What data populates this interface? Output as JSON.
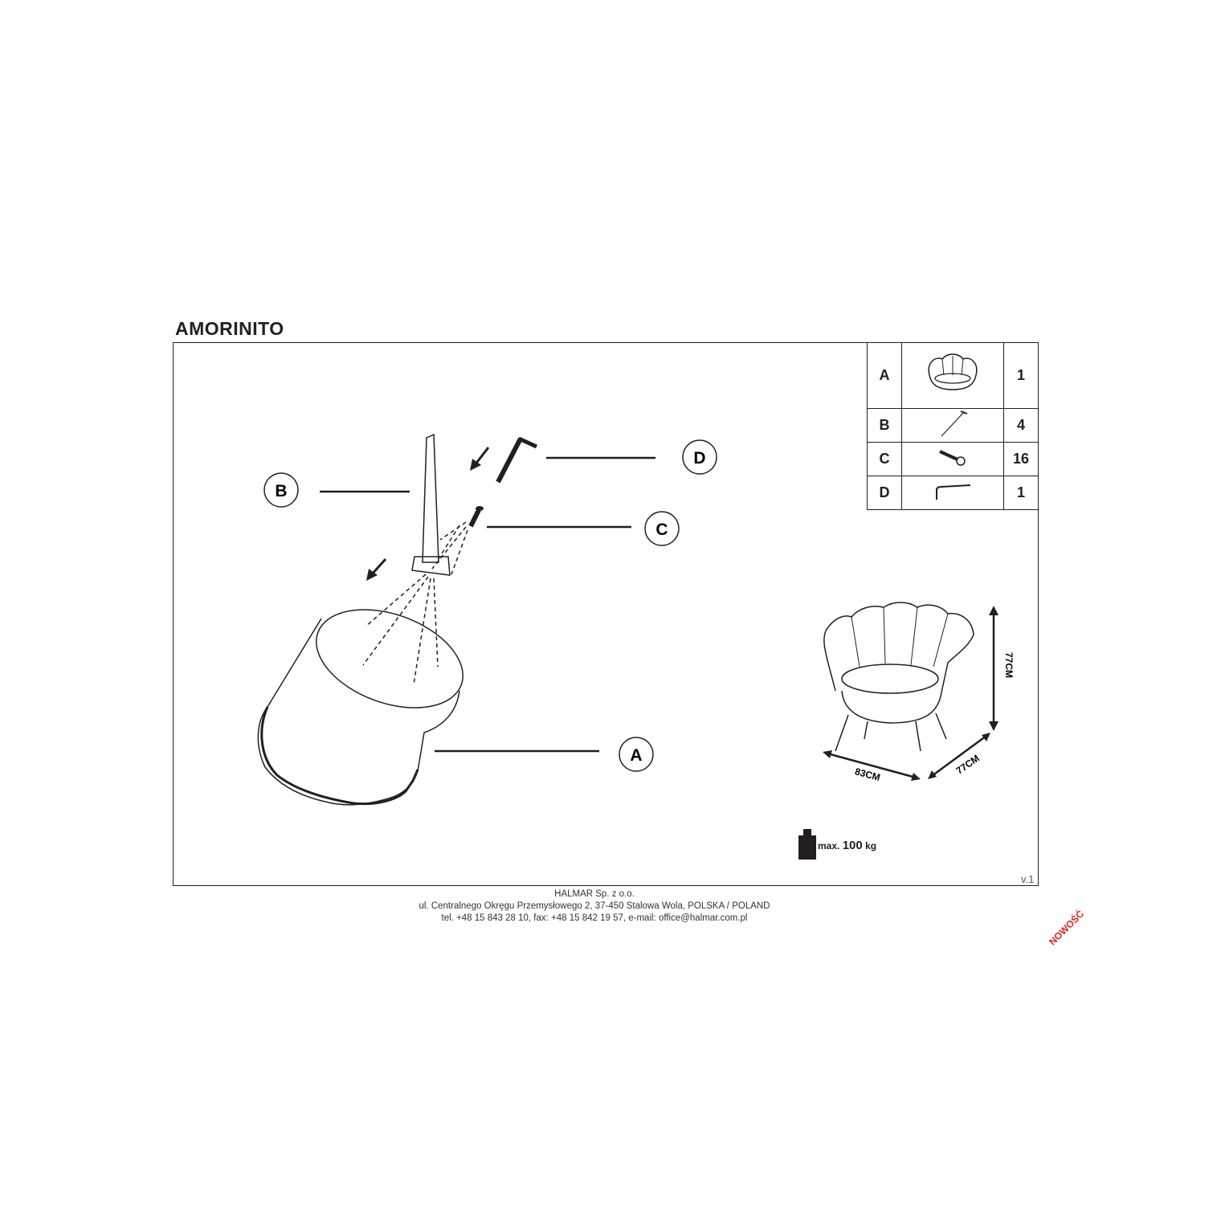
{
  "title": "AMORINITO",
  "version": "v.1",
  "parts": [
    {
      "letter": "A",
      "icon": "armchair-icon",
      "qty": "1"
    },
    {
      "letter": "B",
      "icon": "leg-icon",
      "qty": "4"
    },
    {
      "letter": "C",
      "icon": "bolt-icon",
      "qty": "16"
    },
    {
      "letter": "D",
      "icon": "allen-key-icon",
      "qty": "1"
    }
  ],
  "callouts": {
    "a": "A",
    "b": "B",
    "c": "C",
    "d": "D"
  },
  "dimensions": {
    "height": "77CM",
    "width": "83CM",
    "depth": "77CM"
  },
  "max_load": {
    "prefix": "max.",
    "value": "100",
    "unit": "kg"
  },
  "footer": {
    "company": "HALMAR Sp. z o.o.",
    "address": "ul. Centralnego Okręgu Przemysłowego 2, 37-450 Stalowa Wola, POLSKA / POLAND",
    "contact": "tel. +48 15 843 28 10, fax: +48 15 842 19 57, e-mail: office@halmar.com.pl"
  },
  "badge": "NOWOŚĆ",
  "colors": {
    "ink": "#231f20",
    "badge": "#e0241b"
  }
}
